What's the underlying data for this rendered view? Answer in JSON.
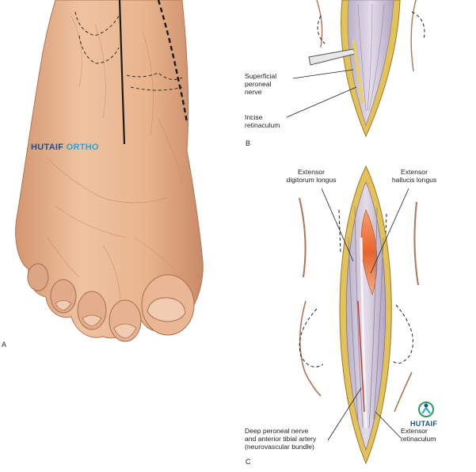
{
  "panels": {
    "a": "A",
    "b": "B",
    "c": "C"
  },
  "labels": {
    "superficial_peroneal_nerve": "Superficial\nperoneal\nnerve",
    "incise_retinaculum": "Incise\nretinaculum",
    "extensor_digitorum_longus": "Extensor\ndigitorum longus",
    "extensor_hallucis_longus": "Extensor\nhallucis longus",
    "deep_peroneal_nerve": "Deep peroneal nerve\nand anterior tibial artery\n(neurovascular bundle)",
    "extensor_retinaculum": "Extensor\nretinaculum"
  },
  "watermark": {
    "part1": "HUTAIF",
    "part2": "ORTHO",
    "small": "HUTAIF"
  },
  "colors": {
    "skin": "#e8b48e",
    "skin_shadow": "#c98a66",
    "fat": "#e3c25a",
    "fascia": "#cfc6d8",
    "muscle": "#e8642c",
    "accent": "#2aa3d8"
  }
}
